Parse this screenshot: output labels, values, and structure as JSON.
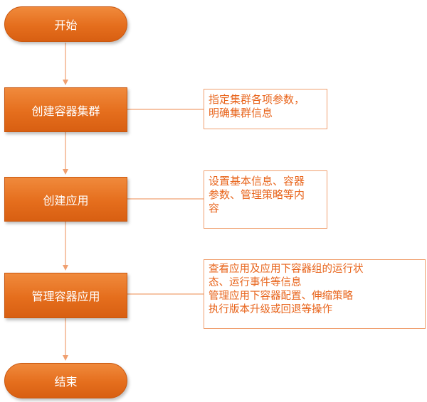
{
  "flow": {
    "start": "开始",
    "step1": "创建容器集群",
    "step2": "创建应用",
    "step3": "管理容器应用",
    "end": "结束"
  },
  "notes": {
    "note1": [
      "指定集群各项参数，",
      "明确集群信息"
    ],
    "note2": [
      "设置基本信息、容器",
      "参数、管理策略等内",
      "容"
    ],
    "note3": [
      "查看应用及应用下容器组的运行状",
      "态、运行事件等信息",
      "管理应用下容器配置、伸缩策略",
      "执行版本升级或回退等操作"
    ]
  },
  "colors": {
    "node_fill": "#e56e1d",
    "connector": "#f0a070",
    "note_text": "#e8641b"
  }
}
